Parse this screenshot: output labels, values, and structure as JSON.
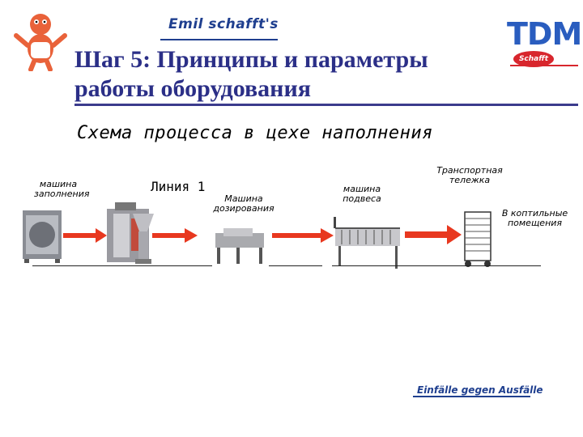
{
  "header": {
    "brand": "Emil schafft's",
    "tdm_logo": "TDM",
    "schafft_logo": "Schafft"
  },
  "slide": {
    "title_line1": "Шаг 5: Принципы и параметры",
    "title_line2": "работы оборудования",
    "subtitle": "Схема процесса в цехе наполнения"
  },
  "diagram": {
    "labels": {
      "filling_machine_1": "машина",
      "filling_machine_2": "заполнения",
      "line": "Линия 1",
      "dosing_1": "Машина",
      "dosing_2": "дозирования",
      "hanging_1": "машина",
      "hanging_2": "подвеса",
      "trolley_1": "Транспортная",
      "trolley_2": "тележка",
      "smoke_1": "В коптильные",
      "smoke_2": "помещения"
    },
    "arrow_color": "#e8381f"
  },
  "footer": {
    "slogan": "Einfälle gegen Ausfälle"
  }
}
